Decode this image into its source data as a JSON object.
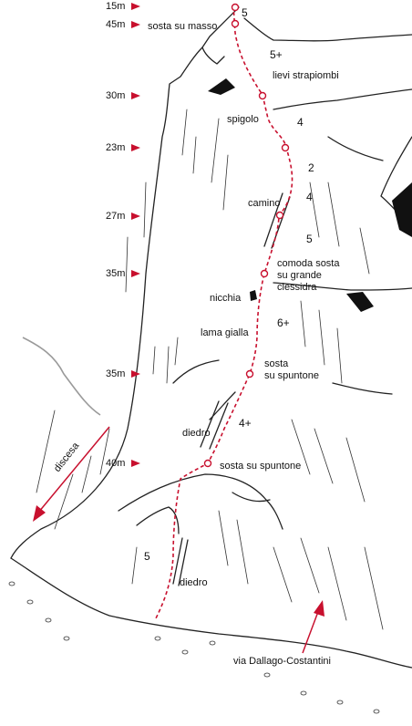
{
  "pitch_lengths": [
    "15m",
    "45m",
    "30m",
    "23m",
    "27m",
    "35m",
    "35m",
    "40m"
  ],
  "grades": [
    "5",
    "5+",
    "4",
    "2",
    "4",
    "5",
    "6+",
    "4+",
    "5"
  ],
  "labels": {
    "belay1": "sosta su masso",
    "overhangs": "lievi strapiombi",
    "edge": "spigolo",
    "chimney": "camino",
    "belay_cosy_1": "comoda sosta",
    "belay_cosy_2": "su grande",
    "belay_cosy_3": "clessidra",
    "niche": "nicchia",
    "yellow_blade": "lama gialla",
    "belay_spike_1": "sosta",
    "belay_spike_2": "su spuntone",
    "dihedral_upper": "diedro",
    "belay_spike_low": "sosta su spuntone",
    "dihedral_lower": "diedro",
    "descent": "discesa",
    "route_name": "via Dallago-Costantini"
  },
  "colors": {
    "route": "#c8102e",
    "rock": "#222222",
    "descent_path": "#9a9a9a"
  }
}
